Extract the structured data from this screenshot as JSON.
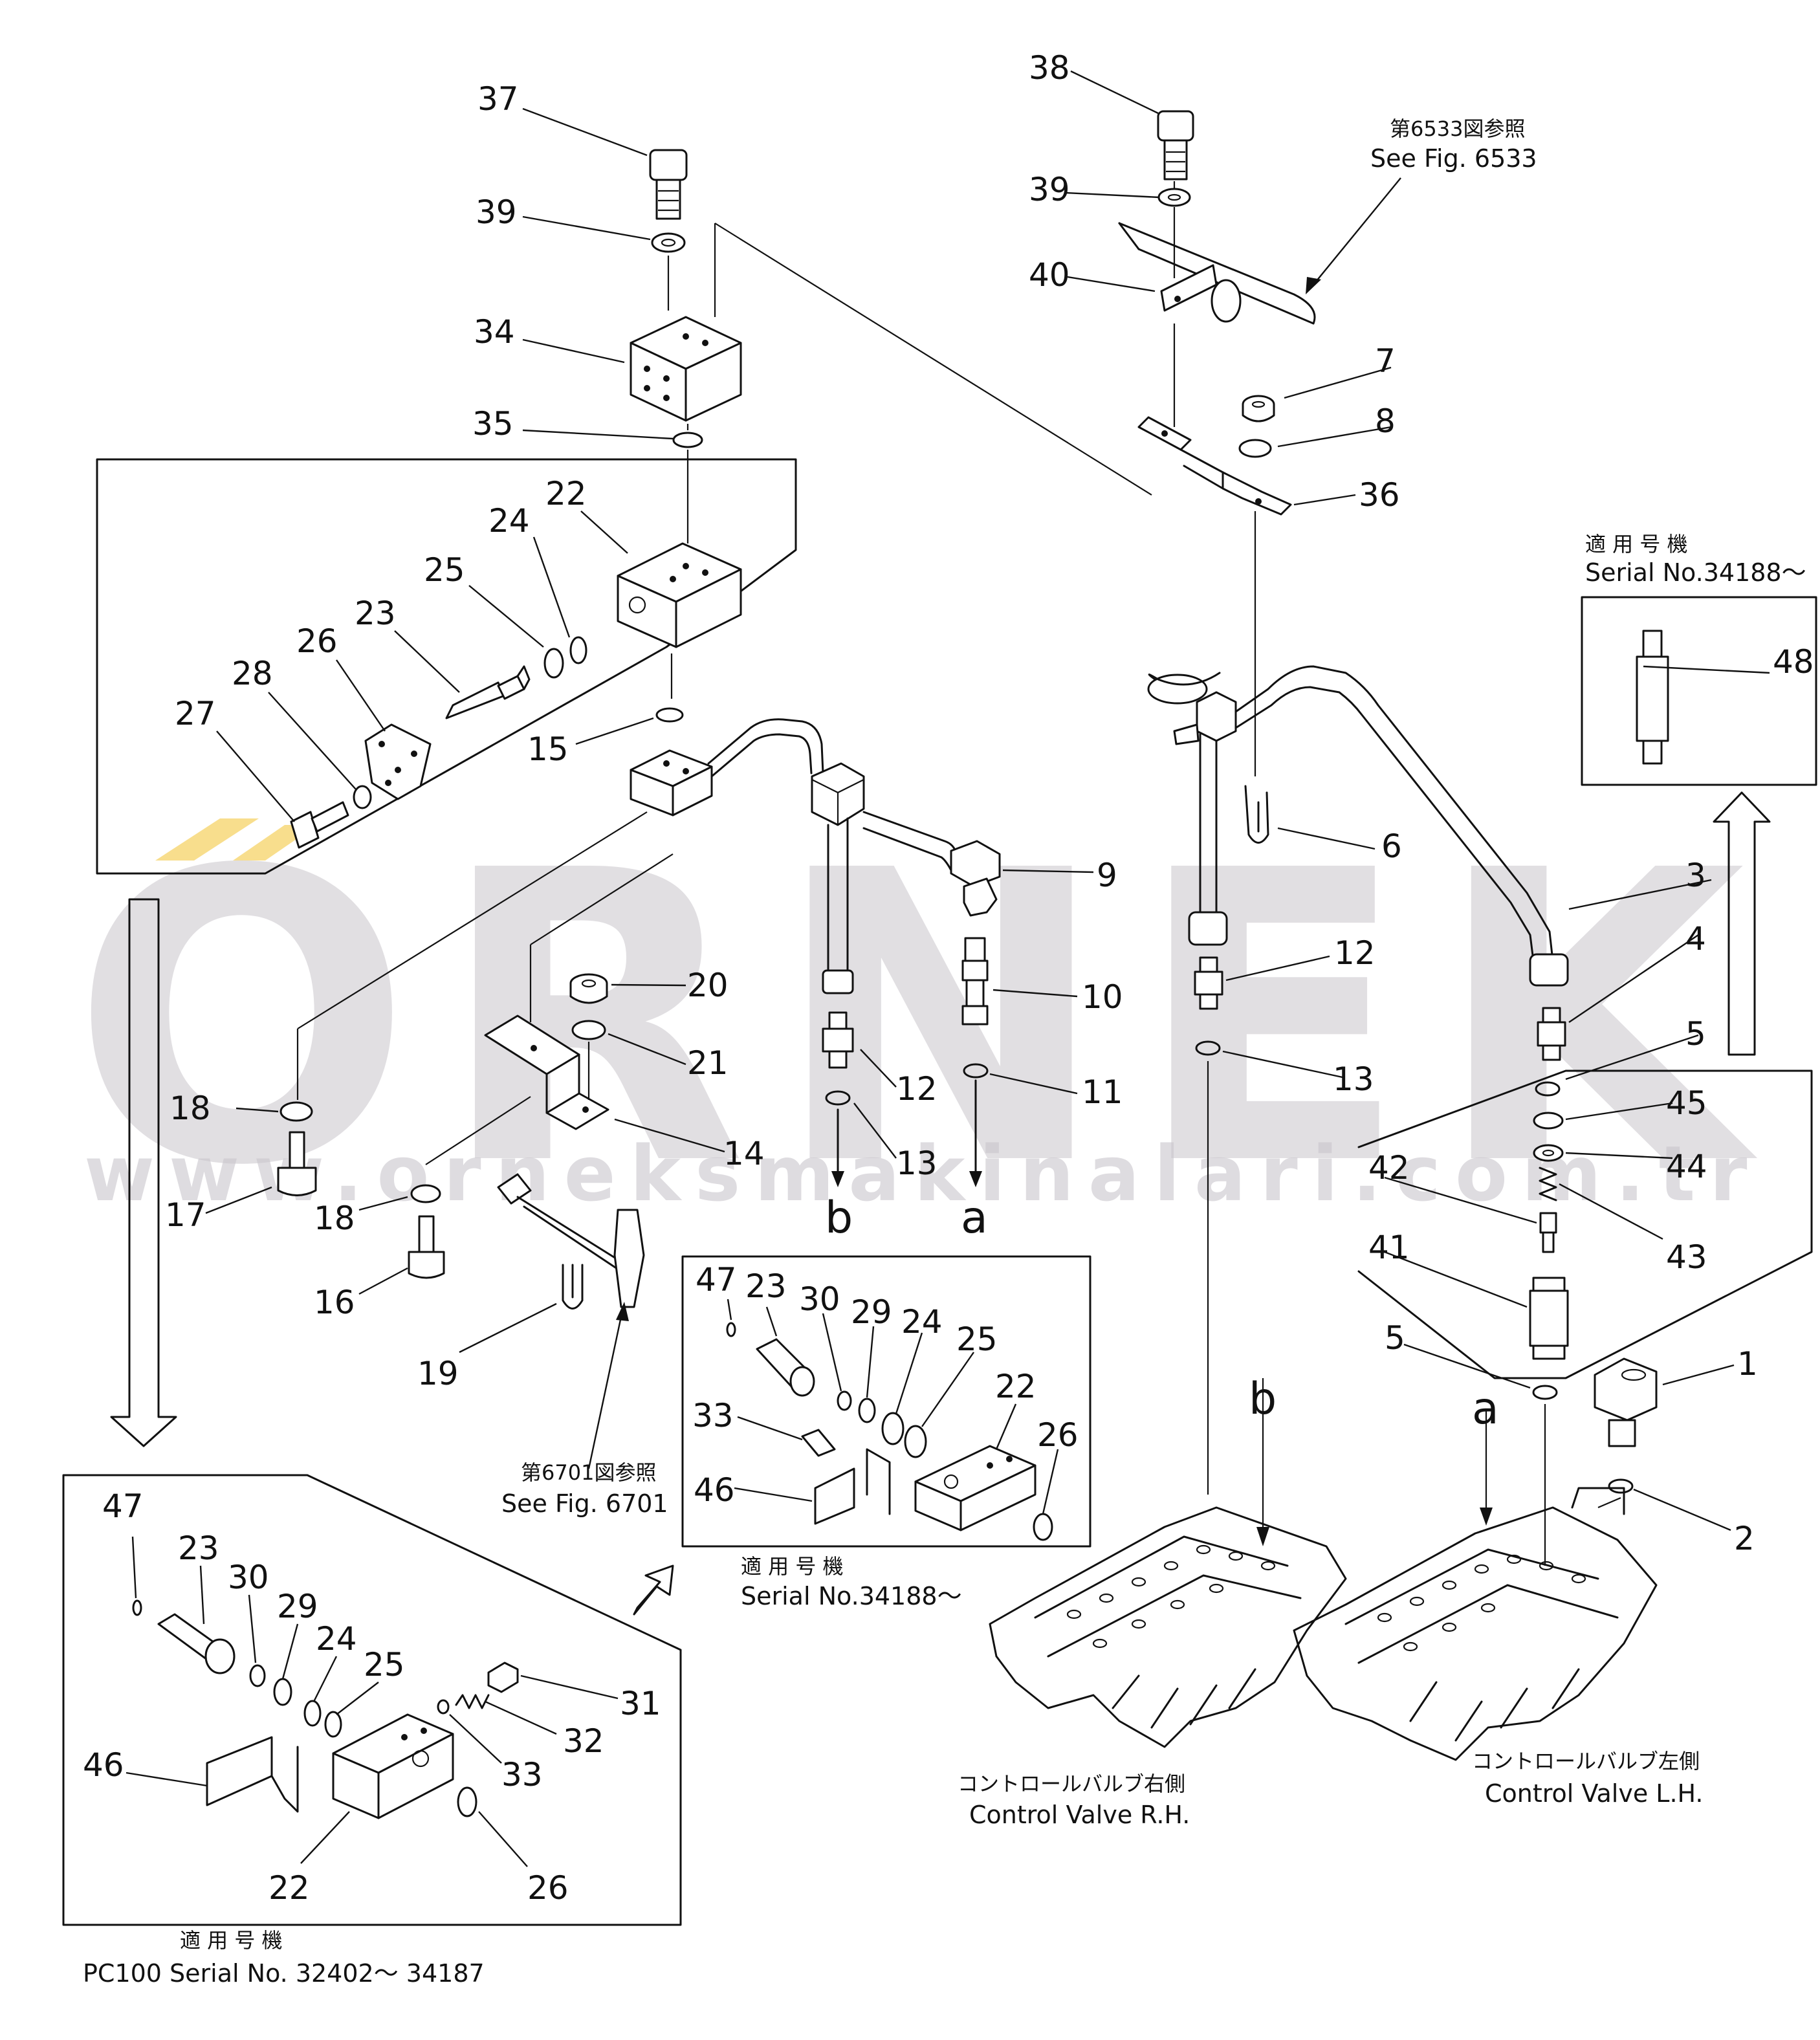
{
  "watermark": {
    "brand": "ORNEK",
    "url": "www.orneksmakinalari.com.tr",
    "accent_color": "#f2c230"
  },
  "references": {
    "fig6533_jp": "第6533図参照",
    "fig6533_en": "See Fig. 6533",
    "fig6701_jp": "第6701図参照",
    "fig6701_en": "See Fig. 6701"
  },
  "serial_notes": {
    "top_right_jp": "適 用 号 機",
    "top_right_en": "Serial No.34188～",
    "middle_jp": "適 用 号 機",
    "middle_en": "Serial No.34188～",
    "bottom_left_jp": "適 用 号 機",
    "bottom_left_en": "PC100 Serial No. 32402～ 34187"
  },
  "valves": {
    "rh_jp": "コントロールバルブ右側",
    "rh_en": "Control Valve R.H.",
    "lh_jp": "コントロールバルブ左側",
    "lh_en": "Control Valve L.H."
  },
  "connection_letters": {
    "a": "a",
    "b": "b"
  },
  "callouts": [
    "1",
    "2",
    "3",
    "4",
    "5",
    "6",
    "7",
    "8",
    "9",
    "10",
    "11",
    "12",
    "13",
    "14",
    "15",
    "16",
    "17",
    "18",
    "19",
    "20",
    "21",
    "22",
    "23",
    "24",
    "25",
    "26",
    "27",
    "28",
    "29",
    "30",
    "31",
    "32",
    "33",
    "34",
    "35",
    "36",
    "37",
    "38",
    "39",
    "40",
    "41",
    "42",
    "43",
    "44",
    "45",
    "46",
    "47",
    "48"
  ]
}
